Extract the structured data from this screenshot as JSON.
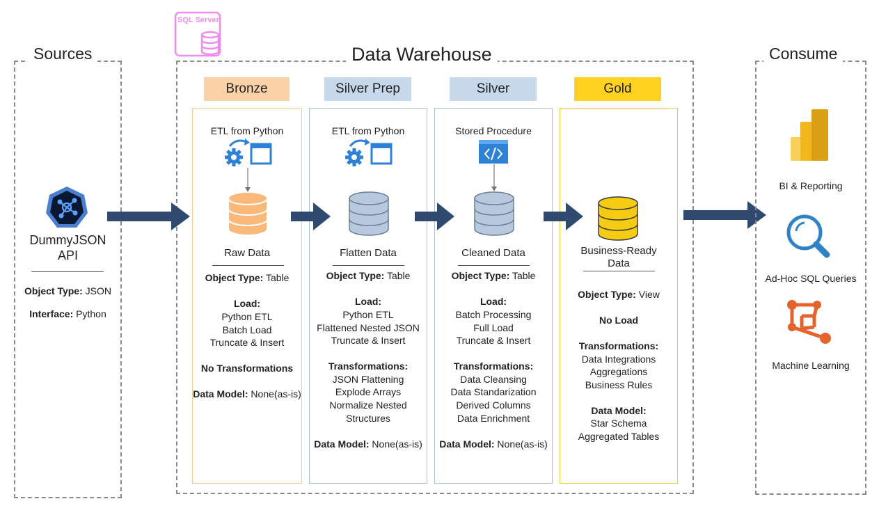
{
  "sections": {
    "sources": "Sources",
    "warehouse": "Data Warehouse",
    "consume": "Consume"
  },
  "sql_server_label": "SQL Server",
  "source": {
    "name": "DummyJSON",
    "name2": "API",
    "object_type_key": "Object Type:",
    "object_type_val": " JSON",
    "interface_key": "Interface:",
    "interface_val": " Python"
  },
  "layers": [
    {
      "name": "Bronze",
      "header_color": "#fbd2a6",
      "border_color": "#f9c996",
      "db_color": "#f9b97a",
      "process_label": "ETL from Python",
      "caption": "Raw Data",
      "object_type_key": "Object Type:",
      "object_type_val": " Table",
      "load_title": "Load:",
      "load_items": [
        "Python ETL",
        "Batch Load",
        "Truncate & Insert"
      ],
      "transform_title": "No Transformations",
      "transform_items": [],
      "data_model_key": "Data Model:",
      "data_model_val": " None(as-is)"
    },
    {
      "name": "Silver Prep",
      "header_color": "#c6d8ea",
      "border_color": "#a9bfd6",
      "db_color": "#b7c9dc",
      "process_label": "ETL from Python",
      "caption": "Flatten Data",
      "object_type_key": "Object Type:",
      "object_type_val": " Table",
      "load_title": "Load:",
      "load_items": [
        "Python ETL",
        "Flattened Nested JSON",
        "Truncate & Insert"
      ],
      "transform_title": "Transformations:",
      "transform_items": [
        "JSON Flattening",
        "Explode Arrays",
        "Normalize Nested",
        "Structures"
      ],
      "data_model_key": "Data Model:",
      "data_model_val": " None(as-is)"
    },
    {
      "name": "Silver",
      "header_color": "#c6d8ea",
      "border_color": "#a9bfd6",
      "db_color": "#b7c9dc",
      "process_label": "Stored Procedure",
      "caption": "Cleaned Data",
      "object_type_key": "Object Type:",
      "object_type_val": " Table",
      "load_title": "Load:",
      "load_items": [
        "Batch Processing",
        "Full Load",
        "Truncate & Insert"
      ],
      "transform_title": "Transformations:",
      "transform_items": [
        "Data Cleansing",
        "Data Standarization",
        "Derived Columns",
        "Data Enrichment"
      ],
      "data_model_key": "Data Model:",
      "data_model_val": " None(as-is)"
    },
    {
      "name": "Gold",
      "header_color": "#ffd21f",
      "border_color": "#f2cf2a",
      "db_color": "#f6cc13",
      "process_label": "",
      "caption": "Business-Ready",
      "caption2": "Data",
      "object_type_key": "Object Type:",
      "object_type_val": " View",
      "load_title": "No Load",
      "load_items": [],
      "transform_title": "Transformations:",
      "transform_items": [
        "Data Integrations",
        "Aggregations",
        "Business Rules"
      ],
      "data_model_key": "Data Model:",
      "data_model_items": [
        "Star Schema",
        "Aggregated Tables"
      ]
    }
  ],
  "consume": [
    {
      "label": "BI & Reporting",
      "icon": "power-bi-icon"
    },
    {
      "label": "Ad-Hoc SQL Queries",
      "icon": "magnifier-icon"
    },
    {
      "label": "Machine Learning",
      "icon": "ml-network-icon"
    }
  ],
  "colors": {
    "arrow": "#2f4a6e",
    "bronze_header": "#fbd2a6",
    "silver_header": "#c6d8ea",
    "gold_header": "#ffd21f",
    "sql_server": "#f08cf0"
  }
}
